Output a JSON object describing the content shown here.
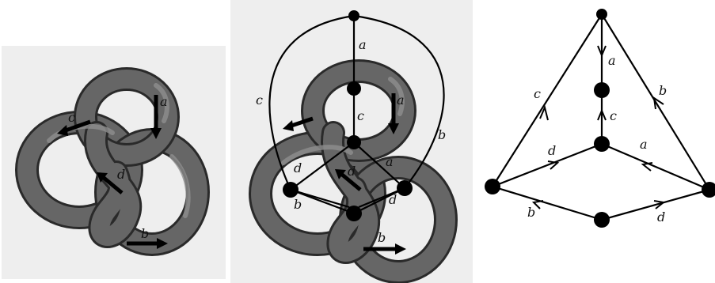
{
  "left_panel": {
    "labels": [
      "a",
      "c",
      "d",
      "b"
    ]
  },
  "middle_panel": {
    "labels": [
      "a",
      "a",
      "c",
      "c",
      "b",
      "d",
      "d",
      "a",
      "b",
      "d",
      "b"
    ]
  },
  "right_panel": {
    "labels": [
      "a",
      "c",
      "c",
      "b",
      "d",
      "a",
      "b",
      "d"
    ]
  }
}
